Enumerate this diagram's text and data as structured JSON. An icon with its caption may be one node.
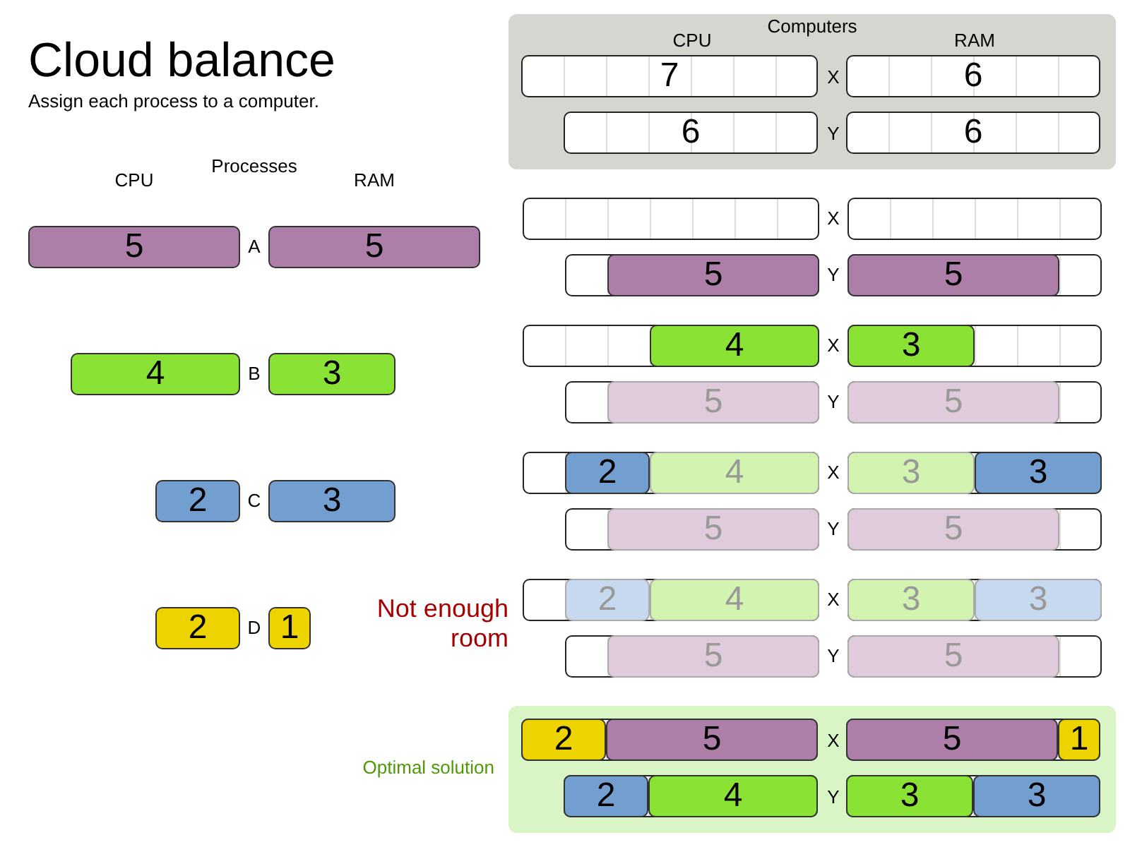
{
  "diagram": {
    "title": "Cloud balance",
    "nodes": [
      {
        "text": [
          "Computers"
        ]
      },
      {
        "text": [
          "7"
        ],
        "in": 0
      },
      {
        "text": [
          "6"
        ],
        "in": 0
      },
      {
        "text": [
          "6"
        ],
        "in": 0
      },
      {
        "text": [
          "6"
        ],
        "in": 0
      },
      {
        "text": [
          "5"
        ]
      },
      {
        "text": [
          "5"
        ]
      },
      {
        "text": [
          "4"
        ]
      },
      {
        "text": [
          "3"
        ]
      },
      {
        "text": [
          "2"
        ]
      },
      {
        "text": [
          "3"
        ]
      },
      {
        "text": [
          "2"
        ]
      },
      {
        "text": [
          "1"
        ]
      },
      {
        "text": [],
        "shape": "bar"
      },
      {
        "text": [],
        "shape": "bar"
      },
      {
        "text": [],
        "shape": "bar"
      },
      {
        "text": [
          "5"
        ],
        "in": 15
      },
      {
        "text": [],
        "shape": "bar"
      },
      {
        "text": [
          "5"
        ],
        "in": 17
      },
      {
        "text": [],
        "shape": "bar"
      },
      {
        "text": [
          "4"
        ],
        "in": 19
      },
      {
        "text": [],
        "shape": "bar"
      },
      {
        "text": [
          "3"
        ],
        "in": 21
      },
      {
        "text": [],
        "shape": "bar"
      },
      {
        "text": [
          "5"
        ],
        "in": 23
      },
      {
        "text": [],
        "shape": "bar"
      },
      {
        "text": [
          "5"
        ],
        "in": 25
      },
      {
        "text": [],
        "shape": "bar"
      },
      {
        "text": [
          "2"
        ],
        "in": 27
      },
      {
        "text": [
          "4"
        ],
        "in": 27
      },
      {
        "text": [],
        "shape": "bar"
      },
      {
        "text": [
          "3"
        ],
        "in": 30
      },
      {
        "text": [
          "3"
        ],
        "in": 30
      },
      {
        "text": [],
        "shape": "bar"
      },
      {
        "text": [
          "5"
        ],
        "in": 33
      },
      {
        "text": [],
        "shape": "bar"
      },
      {
        "text": [
          "5"
        ],
        "in": 35
      },
      {
        "text": [],
        "shape": "bar"
      },
      {
        "text": [
          "2"
        ],
        "in": 37
      },
      {
        "text": [
          "4"
        ],
        "in": 37
      },
      {
        "text": [],
        "shape": "bar"
      },
      {
        "text": [
          "3"
        ],
        "in": 40
      },
      {
        "text": [
          "3"
        ],
        "in": 40
      },
      {
        "text": [],
        "shape": "bar"
      },
      {
        "text": [
          "5"
        ],
        "in": 43
      },
      {
        "text": [],
        "shape": "bar"
      },
      {
        "text": [
          "5"
        ],
        "in": 45
      },
      {
        "text": [],
        "shape": "box",
        "beside": [
          "Optimal solution"
        ]
      },
      {
        "text": [],
        "shape": "bar",
        "in": 47
      },
      {
        "text": [
          "2"
        ],
        "in": 48
      },
      {
        "text": [
          "5"
        ],
        "in": 48
      },
      {
        "text": [],
        "shape": "bar",
        "in": 47
      },
      {
        "text": [
          "5"
        ],
        "in": 51
      },
      {
        "text": [
          "1"
        ],
        "in": 51
      },
      {
        "text": [],
        "shape": "bar",
        "in": 47
      },
      {
        "text": [
          "2"
        ],
        "in": 54
      },
      {
        "text": [
          "4"
        ],
        "in": 54
      },
      {
        "text": [],
        "shape": "bar",
        "in": 47
      },
      {
        "text": [
          "3"
        ],
        "in": 57
      },
      {
        "text": [
          "3"
        ],
        "in": 57
      }
    ],
    "labels": [
      "Assign each process to a computer.",
      "CPU",
      "RAM",
      "X",
      "Y",
      "Processes",
      "CPU",
      "RAM",
      "X",
      "A",
      "Y",
      "B",
      "X",
      "Y",
      "X",
      "C",
      "Y",
      "X",
      "D",
      "Not enough room",
      "Y",
      "X",
      "Y"
    ]
  }
}
